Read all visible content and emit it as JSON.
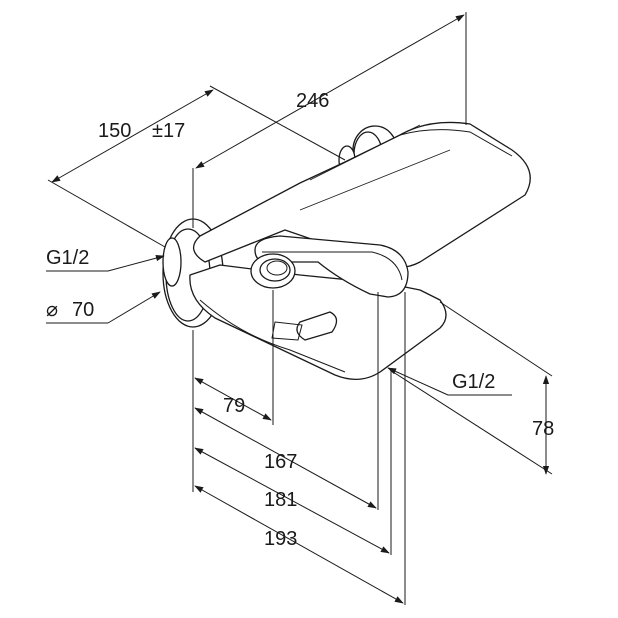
{
  "labels": {
    "d246": "246",
    "d150": "150",
    "tol": "±17",
    "g_left": "G1/2",
    "dia_symbol": "⌀",
    "dia_value": "70",
    "g_right": "G1/2",
    "d78": "78",
    "d79": "79",
    "d167": "167",
    "d181": "181",
    "d193": "193"
  }
}
